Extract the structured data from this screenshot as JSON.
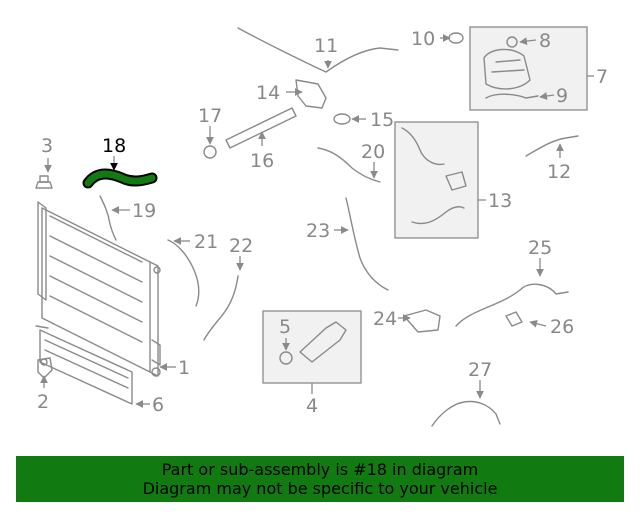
{
  "highlight_color": "#117a11",
  "labels": {
    "l1": "1",
    "l2": "2",
    "l3": "3",
    "l4": "4",
    "l5": "5",
    "l6": "6",
    "l7": "7",
    "l8": "8",
    "l9": "9",
    "l10": "10",
    "l11": "11",
    "l12": "12",
    "l13": "13",
    "l14": "14",
    "l15": "15",
    "l16": "16",
    "l17": "17",
    "l18": "18",
    "l19": "19",
    "l20": "20",
    "l21": "21",
    "l22": "22",
    "l23": "23",
    "l24": "24",
    "l25": "25",
    "l26": "26",
    "l27": "27"
  },
  "banner": {
    "line1": "Part or sub-assembly is #18 in diagram",
    "line2": "Diagram may not be specific to your vehicle"
  }
}
